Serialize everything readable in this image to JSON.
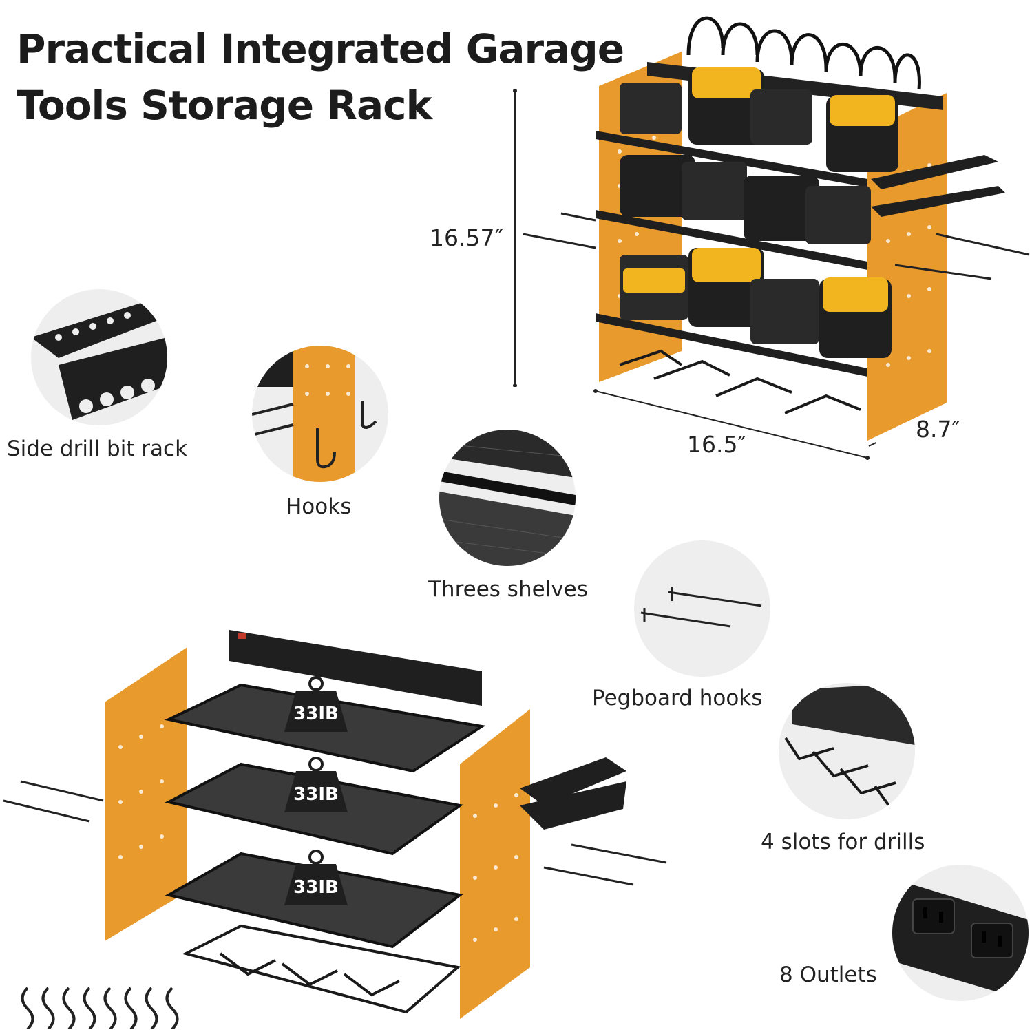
{
  "title": {
    "line1": "Practical Integrated Garage",
    "line2": "Tools Storage Rack"
  },
  "dimensions": {
    "height": "16.57″",
    "width": "16.5″",
    "depth": "8.7″"
  },
  "features": [
    {
      "label": "Side drill bit rack"
    },
    {
      "label": "Hooks"
    },
    {
      "label": "Threes shelves"
    },
    {
      "label": "Pegboard hooks"
    },
    {
      "label": "4 slots for drills"
    },
    {
      "label": "8 Outlets"
    }
  ],
  "shelf_load": [
    "33IB",
    "33IB",
    "33IB"
  ],
  "colors": {
    "orange": "#e89a2c",
    "dark": "#1f1f1f",
    "battery_yellow": "#f2b51f",
    "circle_bg": "#eeeeee"
  }
}
